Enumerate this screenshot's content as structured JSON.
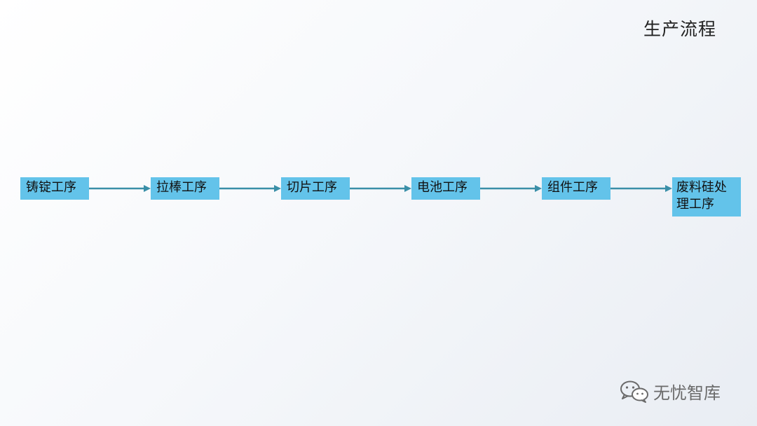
{
  "slide": {
    "title": "生产流程",
    "steps": [
      {
        "label": "铸锭工序"
      },
      {
        "label": "拉棒工序"
      },
      {
        "label": "切片工序"
      },
      {
        "label": "电池工序"
      },
      {
        "label": "组件工序"
      },
      {
        "label": "废料硅处理工序"
      }
    ],
    "connector_icon": "right-arrow-icon",
    "watermark": {
      "icon": "wechat-icon",
      "text": "无忧智库"
    },
    "colors": {
      "step_fill": "#63c3ea",
      "arrow": "#3a8fa8"
    }
  }
}
